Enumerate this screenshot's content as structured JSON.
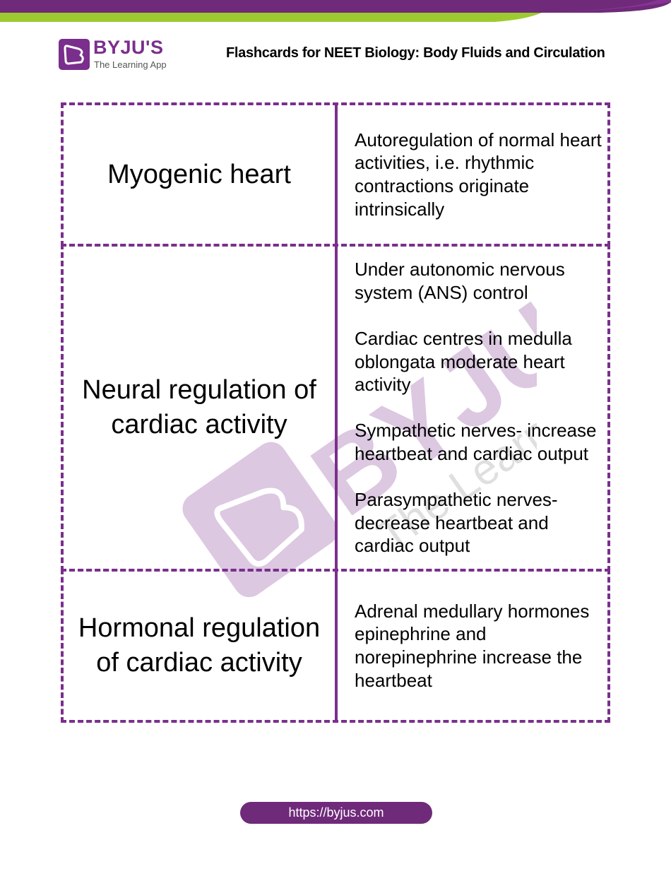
{
  "header": {
    "logo": {
      "icon": "byjus-b-icon",
      "brand": "BYJU'S",
      "tagline": "The Learning App"
    },
    "title": "Flashcards for NEET Biology: Body Fluids and Circulation"
  },
  "colors": {
    "brand_purple": "#7a2f8c",
    "band_purple": "#6f2a7a",
    "band_green": "#9dcb2f",
    "watermark": "#d9c3de"
  },
  "watermark": {
    "brand": "BYJU'S",
    "tagline": "The Learning App"
  },
  "cards": [
    {
      "term": "Myogenic heart",
      "definition": [
        "Autoregulation of normal heart activities, i.e. rhythmic contractions originate intrinsically"
      ]
    },
    {
      "term": "Neural regulation of cardiac activity",
      "definition": [
        "Under autonomic nervous system (ANS) control",
        "Cardiac centres in medulla oblongata moderate heart activity",
        "Sympathetic nerves- increase heartbeat and cardiac output",
        "Parasympathetic nerves- decrease heartbeat and cardiac output"
      ]
    },
    {
      "term": "Hormonal regulation of cardiac activity",
      "definition": [
        "Adrenal medullary hormones epinephrine and norepinephrine increase the heartbeat"
      ]
    }
  ],
  "footer": {
    "url": "https://byjus.com"
  }
}
